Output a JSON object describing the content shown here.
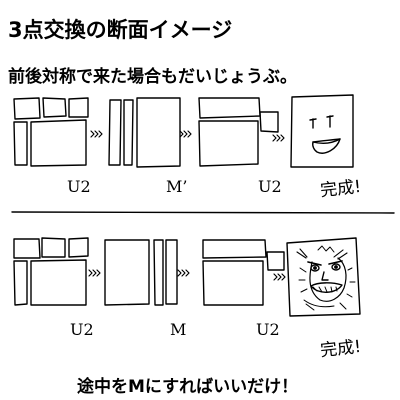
{
  "title": "3点交換の断面イメージ",
  "subtitle": "前後対称で来た場合もだいじょうぶ。",
  "rows": [
    {
      "moves": [
        "U2",
        "M’",
        "U2"
      ],
      "done": "完成!"
    },
    {
      "moves": [
        "U2",
        "M",
        "U2"
      ],
      "done": "完成!"
    }
  ],
  "footer": "途中をMにすればいいだけ！"
}
